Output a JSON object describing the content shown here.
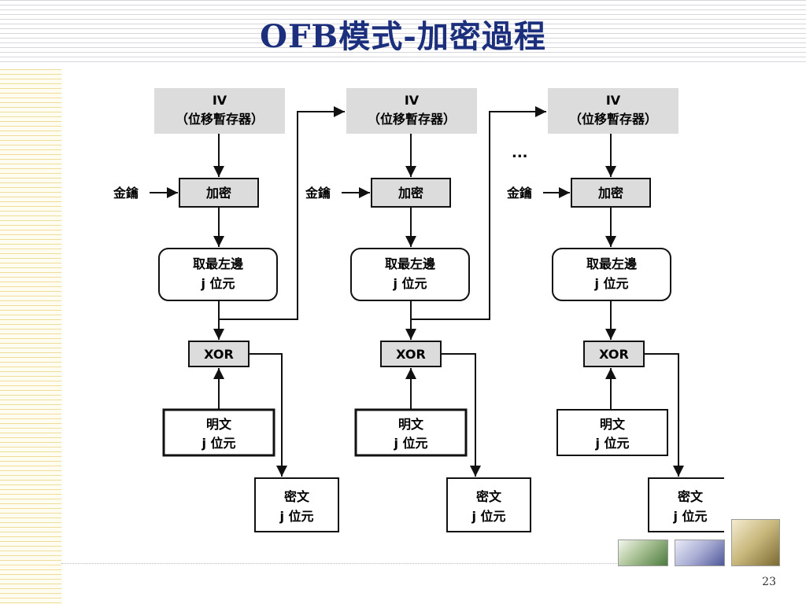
{
  "slide": {
    "title": "OFB模式-加密過程",
    "page_number": "23"
  },
  "diagram": {
    "stages": [
      {
        "iv_line1": "IV",
        "iv_line2": "（位移暫存器）",
        "key_label": "金鑰",
        "encrypt_label": "加密",
        "select_line1": "取最左邊",
        "select_line2": "j 位元",
        "xor_label": "XOR",
        "plaintext_line1": "明文",
        "plaintext_line2": "j 位元",
        "ciphertext_line1": "密文",
        "ciphertext_line2": "j 位元"
      },
      {
        "iv_line1": "IV",
        "iv_line2": "（位移暫存器）",
        "key_label": "金鑰",
        "encrypt_label": "加密",
        "select_line1": "取最左邊",
        "select_line2": "j 位元",
        "xor_label": "XOR",
        "plaintext_line1": "明文",
        "plaintext_line2": "j 位元",
        "ciphertext_line1": "密文",
        "ciphertext_line2": "j 位元"
      },
      {
        "iv_line1": "IV",
        "iv_line2": "（位移暫存器）",
        "key_label": "金鑰",
        "encrypt_label": "加密",
        "select_line1": "取最左邊",
        "select_line2": "j 位元",
        "xor_label": "XOR",
        "plaintext_line1": "明文",
        "plaintext_line2": "j 位元",
        "ciphertext_line1": "密文",
        "ciphertext_line2": "j 位元"
      }
    ],
    "ellipsis": "..."
  },
  "colors": {
    "title": "#1c2f7d",
    "shaded_box": "#dcdcdc",
    "stroke": "#111111"
  }
}
